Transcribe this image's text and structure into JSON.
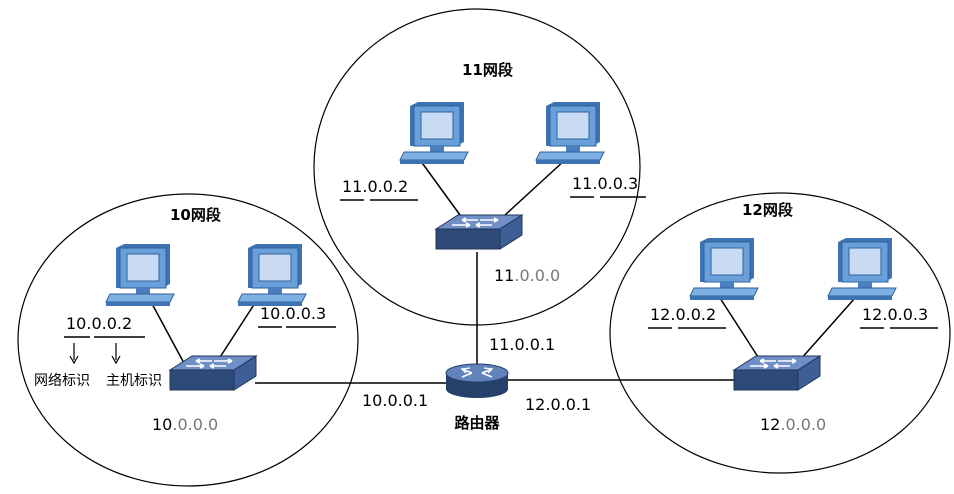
{
  "segments": [
    {
      "title": "10网段",
      "network_prefix": "10",
      "network_suffix": ".0.0.0",
      "host_a": {
        "prefix": "10",
        "suffix": ".0.0.2"
      },
      "host_b": {
        "prefix": "10",
        "suffix": ".0.0.3"
      }
    },
    {
      "title": "11网段",
      "network_prefix": "11",
      "network_suffix": ".0.0.0",
      "host_a": {
        "prefix": "11",
        "suffix": ".0.0.2"
      },
      "host_b": {
        "prefix": "11",
        "suffix": ".0.0.3"
      }
    },
    {
      "title": "12网段",
      "network_prefix": "12",
      "network_suffix": ".0.0.0",
      "host_a": {
        "prefix": "12",
        "suffix": ".0.0.2"
      },
      "host_b": {
        "prefix": "12",
        "suffix": ".0.0.3"
      }
    }
  ],
  "router": {
    "label": "路由器",
    "if_10": "10.0.0.1",
    "if_11": "11.0.0.1",
    "if_12": "12.0.0.1"
  },
  "annotation": {
    "network_id": "网络标识",
    "host_id": "主机标识"
  },
  "colors": {
    "monitor_body": "#5b8fc9",
    "monitor_screen": "#c5d7f2",
    "switch_top": "#5276b0",
    "switch_side": "#2c4670",
    "router": "#4a6fa5"
  },
  "icons": [
    "computer-icon",
    "switch-icon",
    "router-icon",
    "down-arrow-icon"
  ]
}
